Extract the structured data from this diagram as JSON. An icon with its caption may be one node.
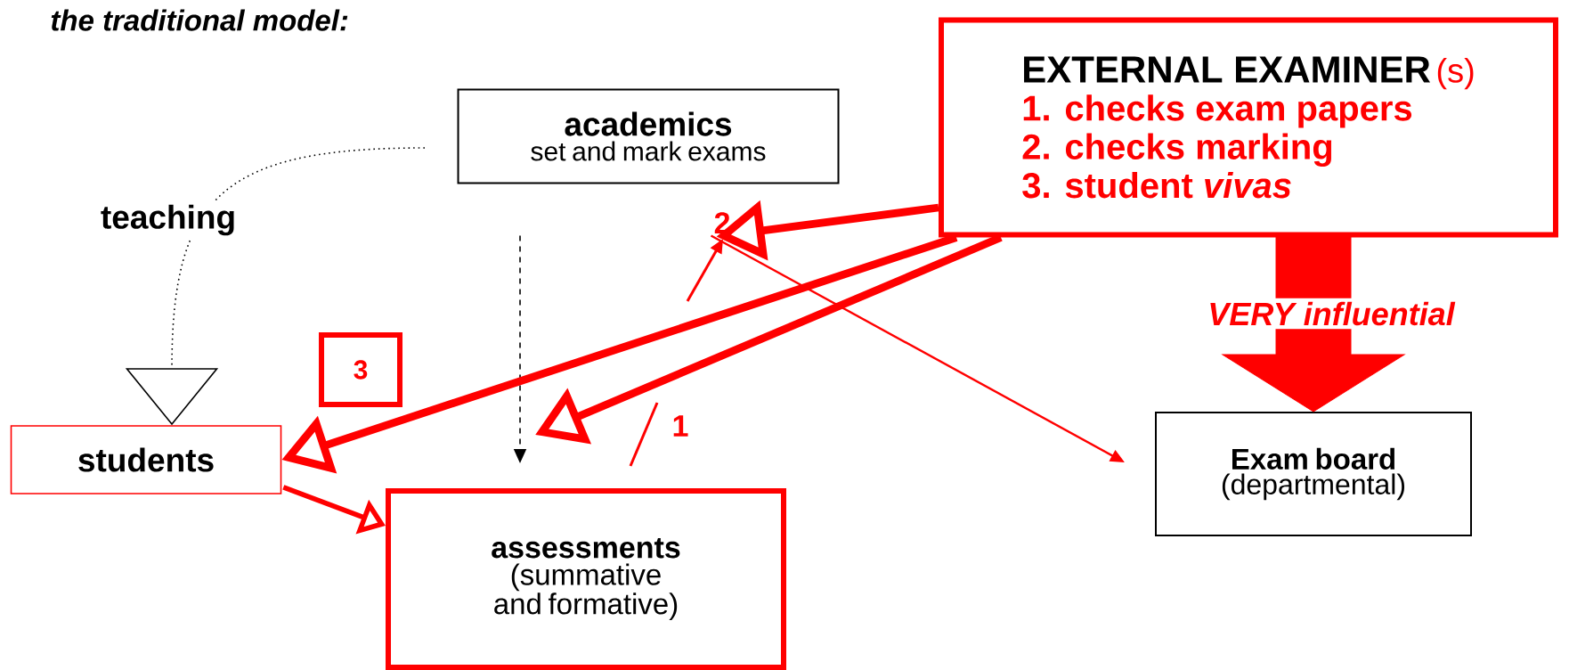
{
  "diagram": {
    "title": "the traditional model:",
    "nodes": [
      {
        "text": [
          "academics",
          "set and mark exams"
        ]
      },
      {
        "text": [
          "EXTERNAL EXAMINER",
          "(s)",
          "1. checks exam papers",
          "2. checks marking",
          "3. student *vivas*"
        ]
      },
      {
        "text": [
          "students"
        ]
      },
      {
        "text": [
          "assessments",
          "(summative and formative)"
        ]
      },
      {
        "text": [
          "Exam board",
          "(departmental)"
        ]
      },
      {
        "text": [
          "3"
        ]
      }
    ],
    "edges": [
      {
        "from": null,
        "to": 2,
        "arrow": "to",
        "label": "teaching",
        "style": "dashed",
        "color": "#000000"
      },
      {
        "from": 0,
        "to": 3,
        "arrow": "to",
        "style": "dashed",
        "color": "#000000"
      },
      {
        "from": 2,
        "to": 3,
        "arrow": "to"
      },
      {
        "from": 1,
        "to": 2,
        "arrow": "to"
      },
      {
        "from": 1,
        "to": 3,
        "arrow": "to"
      },
      {
        "from": 1,
        "to": 0,
        "arrow": "to"
      },
      {
        "from": 0,
        "to": 4,
        "arrow": "to"
      },
      {
        "from": 1,
        "to": 4,
        "arrow": "to",
        "label": "VERY influential",
        "style": "thick"
      }
    ],
    "labels": [
      "2",
      "1"
    ]
  }
}
